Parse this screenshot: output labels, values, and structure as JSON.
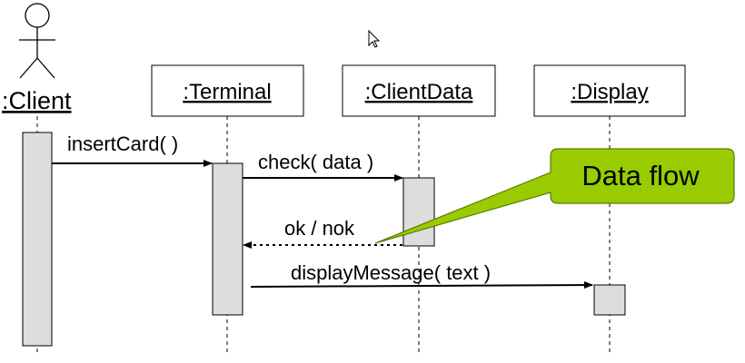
{
  "actor": {
    "name": ":Client"
  },
  "objects": [
    {
      "id": "terminal",
      "label": ":Terminal"
    },
    {
      "id": "clientdata",
      "label": ":ClientData"
    },
    {
      "id": "display",
      "label": ":Display"
    }
  ],
  "messages": [
    {
      "id": "insert-card",
      "label": "insertCard( )",
      "style": "solid"
    },
    {
      "id": "check",
      "label": "check( data )",
      "style": "solid"
    },
    {
      "id": "ok-nok",
      "label": "ok / nok",
      "style": "dotted"
    },
    {
      "id": "display-message",
      "label": "displayMessage( text )",
      "style": "solid"
    }
  ],
  "callout": {
    "text": "Data flow",
    "fill": "#99cc00",
    "border": "#5a7a00"
  },
  "colors": {
    "lifeline": "#000000",
    "activation_fill": "#dddddd",
    "box_fill": "#ffffff"
  }
}
